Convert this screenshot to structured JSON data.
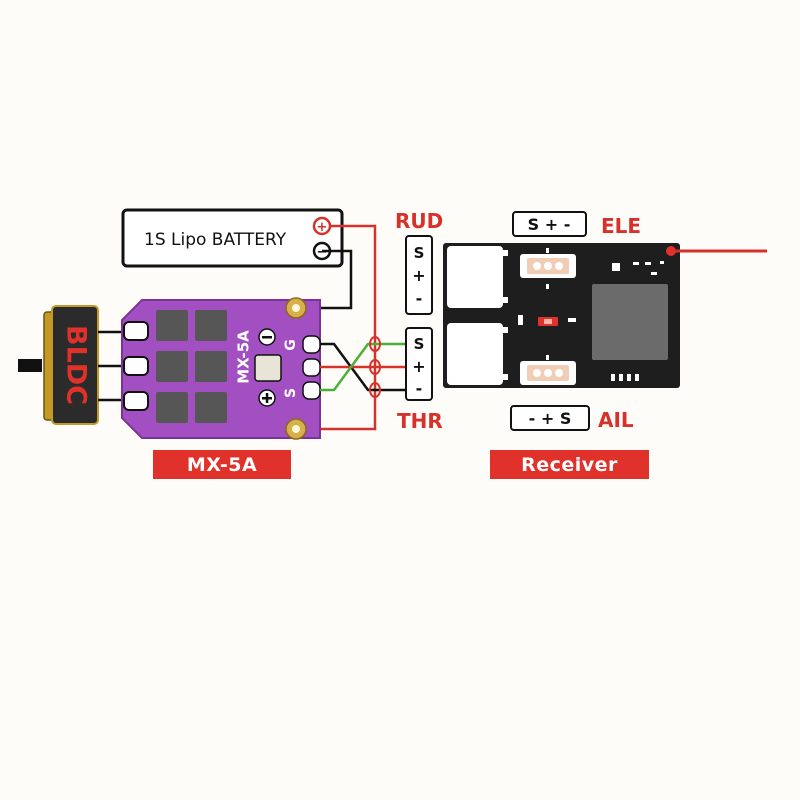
{
  "battery": {
    "label": "1S Lipo BATTERY",
    "plus_symbol": "+",
    "minus_symbol": "−"
  },
  "motor": {
    "label": "BLDC"
  },
  "esc": {
    "model_text": "MX-5A",
    "pin_g": "G",
    "pin_s": "S",
    "minus_symbol": "⊖",
    "plus_symbol": "⊕",
    "board_color": "#a24fc1"
  },
  "receiver": {
    "rud_label": "RUD",
    "thr_label": "THR",
    "ele_label": "ELE",
    "ail_label": "AIL",
    "rud_pins": [
      "S",
      "+",
      "-"
    ],
    "thr_pins": [
      "S",
      "+",
      "-"
    ],
    "ele_pins": "S + -",
    "ail_pins": "- + S",
    "board_color": "#1e1e1e"
  },
  "tags": {
    "esc": "MX-5A",
    "receiver": "Receiver"
  },
  "colors": {
    "accent": "#e0322b",
    "signal_wire": "#4caf3a",
    "power_wire": "#d6322b",
    "ground_wire": "#111111"
  }
}
